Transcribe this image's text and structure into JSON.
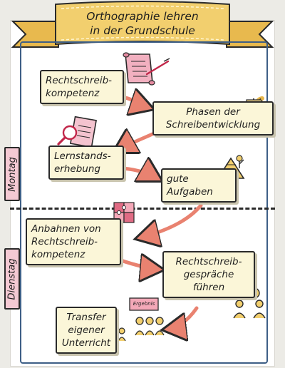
{
  "title": "Orthographie lehren\nin der Grundschule",
  "lanes": [
    {
      "id": "montag",
      "label": "Montag"
    },
    {
      "id": "dienstag",
      "label": "Dienstag"
    }
  ],
  "nodes": [
    {
      "id": "rechtschreibkompetenz",
      "label": "Rechtschreib-\nkompetenz"
    },
    {
      "id": "phasen",
      "label": "Phasen der\nSchreibentwicklung"
    },
    {
      "id": "lernstand",
      "label": "Lernstands-\nerhebung"
    },
    {
      "id": "aufgaben",
      "label": "gute\nAufgaben"
    },
    {
      "id": "anbahnen",
      "label": "Anbahnen von\nRechtschreib-\nkompetenz"
    },
    {
      "id": "gespraeche",
      "label": "Rechtschreib-\ngespräche\nführen"
    },
    {
      "id": "transfer",
      "label": "Transfer\neigener\nUnterricht"
    }
  ],
  "edges": [
    {
      "from": "rechtschreibkompetenz",
      "to": "phasen"
    },
    {
      "from": "phasen",
      "to": "lernstand"
    },
    {
      "from": "lernstand",
      "to": "aufgaben"
    },
    {
      "from": "aufgaben",
      "to": "anbahnen"
    },
    {
      "from": "anbahnen",
      "to": "gespraeche"
    },
    {
      "from": "gespraeche",
      "to": "transfer"
    }
  ],
  "icons": [
    "scroll-quill-icon",
    "signpost-path-icon",
    "magnifier-document-icon",
    "pyramid-figure-icon",
    "puzzle-icon",
    "conversation-people-icon",
    "group-results-icon"
  ],
  "stamp_text": "Ergebnis",
  "colors": {
    "banner": "#f2cf6e",
    "card": "#fbf6d8",
    "arrow": "#e98270",
    "lane_label": "#f4c9d3",
    "frame": "#3e5f86"
  }
}
